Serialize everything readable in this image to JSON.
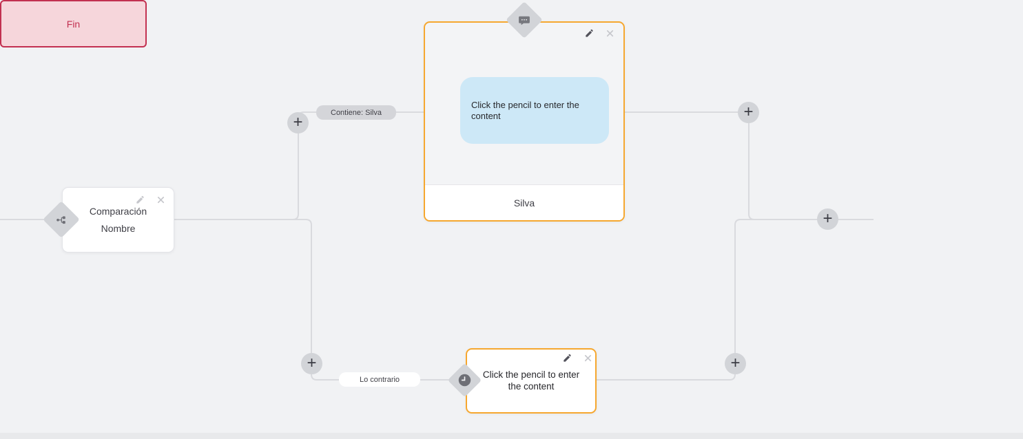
{
  "canvas": {
    "background": "#f1f2f4",
    "wire_color": "#d9dade"
  },
  "nodes": {
    "condition": {
      "title_line1": "Comparación",
      "title_line2": "Nombre",
      "icon": "branch-icon"
    },
    "message": {
      "placeholder": "Click the pencil to enter the content",
      "footer_label": "Silva",
      "icon": "chat-bubble-icon",
      "accent_color": "#f6a72e",
      "bubble_color": "#cde8f7"
    },
    "action": {
      "placeholder": "Click the pencil to enter the content",
      "icon": "clock-icon",
      "accent_color": "#f6a72e"
    },
    "end": {
      "label": "Fin",
      "fill_color": "#f6d6db",
      "border_color": "#c23050"
    }
  },
  "connections": {
    "labels": [
      {
        "text": "Contiene: Silva",
        "style": "gray"
      },
      {
        "text": "Lo contrario",
        "style": "white"
      }
    ]
  },
  "buttons": {
    "add_label": "+"
  }
}
